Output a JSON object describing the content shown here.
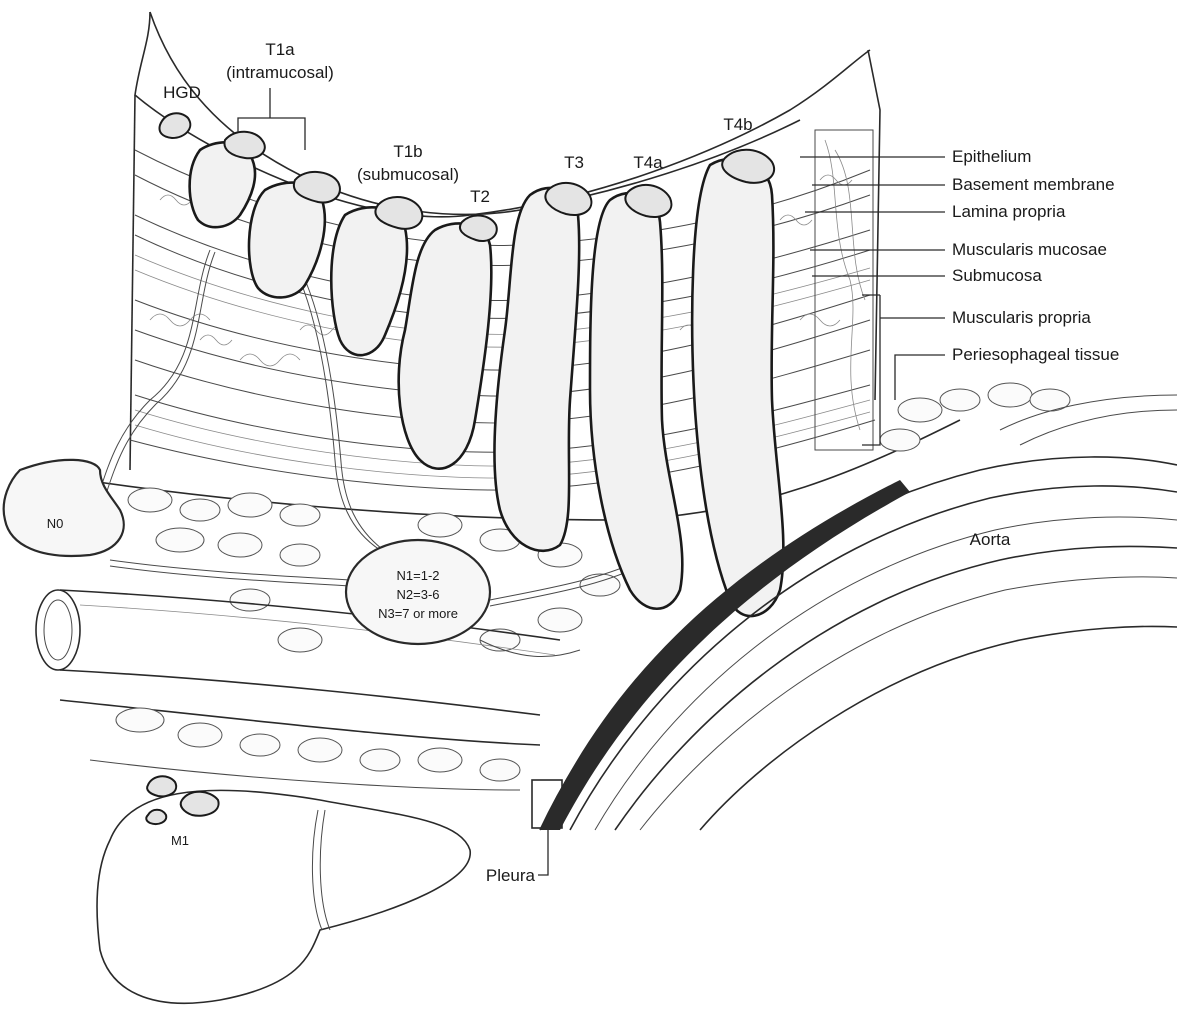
{
  "labels": {
    "hgd": "HGD",
    "t1a": "T1a",
    "t1a_sub": "(intramucosal)",
    "t1b": "T1b",
    "t1b_sub": "(submucosal)",
    "t2": "T2",
    "t3": "T3",
    "t4a": "T4a",
    "t4b": "T4b",
    "n0": "N0",
    "n1": "N1=1-2",
    "n2": "N2=3-6",
    "n3": "N3=7 or more",
    "m1": "M1",
    "aorta": "Aorta",
    "pleura": "Pleura"
  },
  "layers": [
    "Epithelium",
    "Basement membrane",
    "Lamina propria",
    "Muscularis mucosae",
    "Submucosa",
    "Muscularis propria",
    "Periesophageal tissue"
  ]
}
